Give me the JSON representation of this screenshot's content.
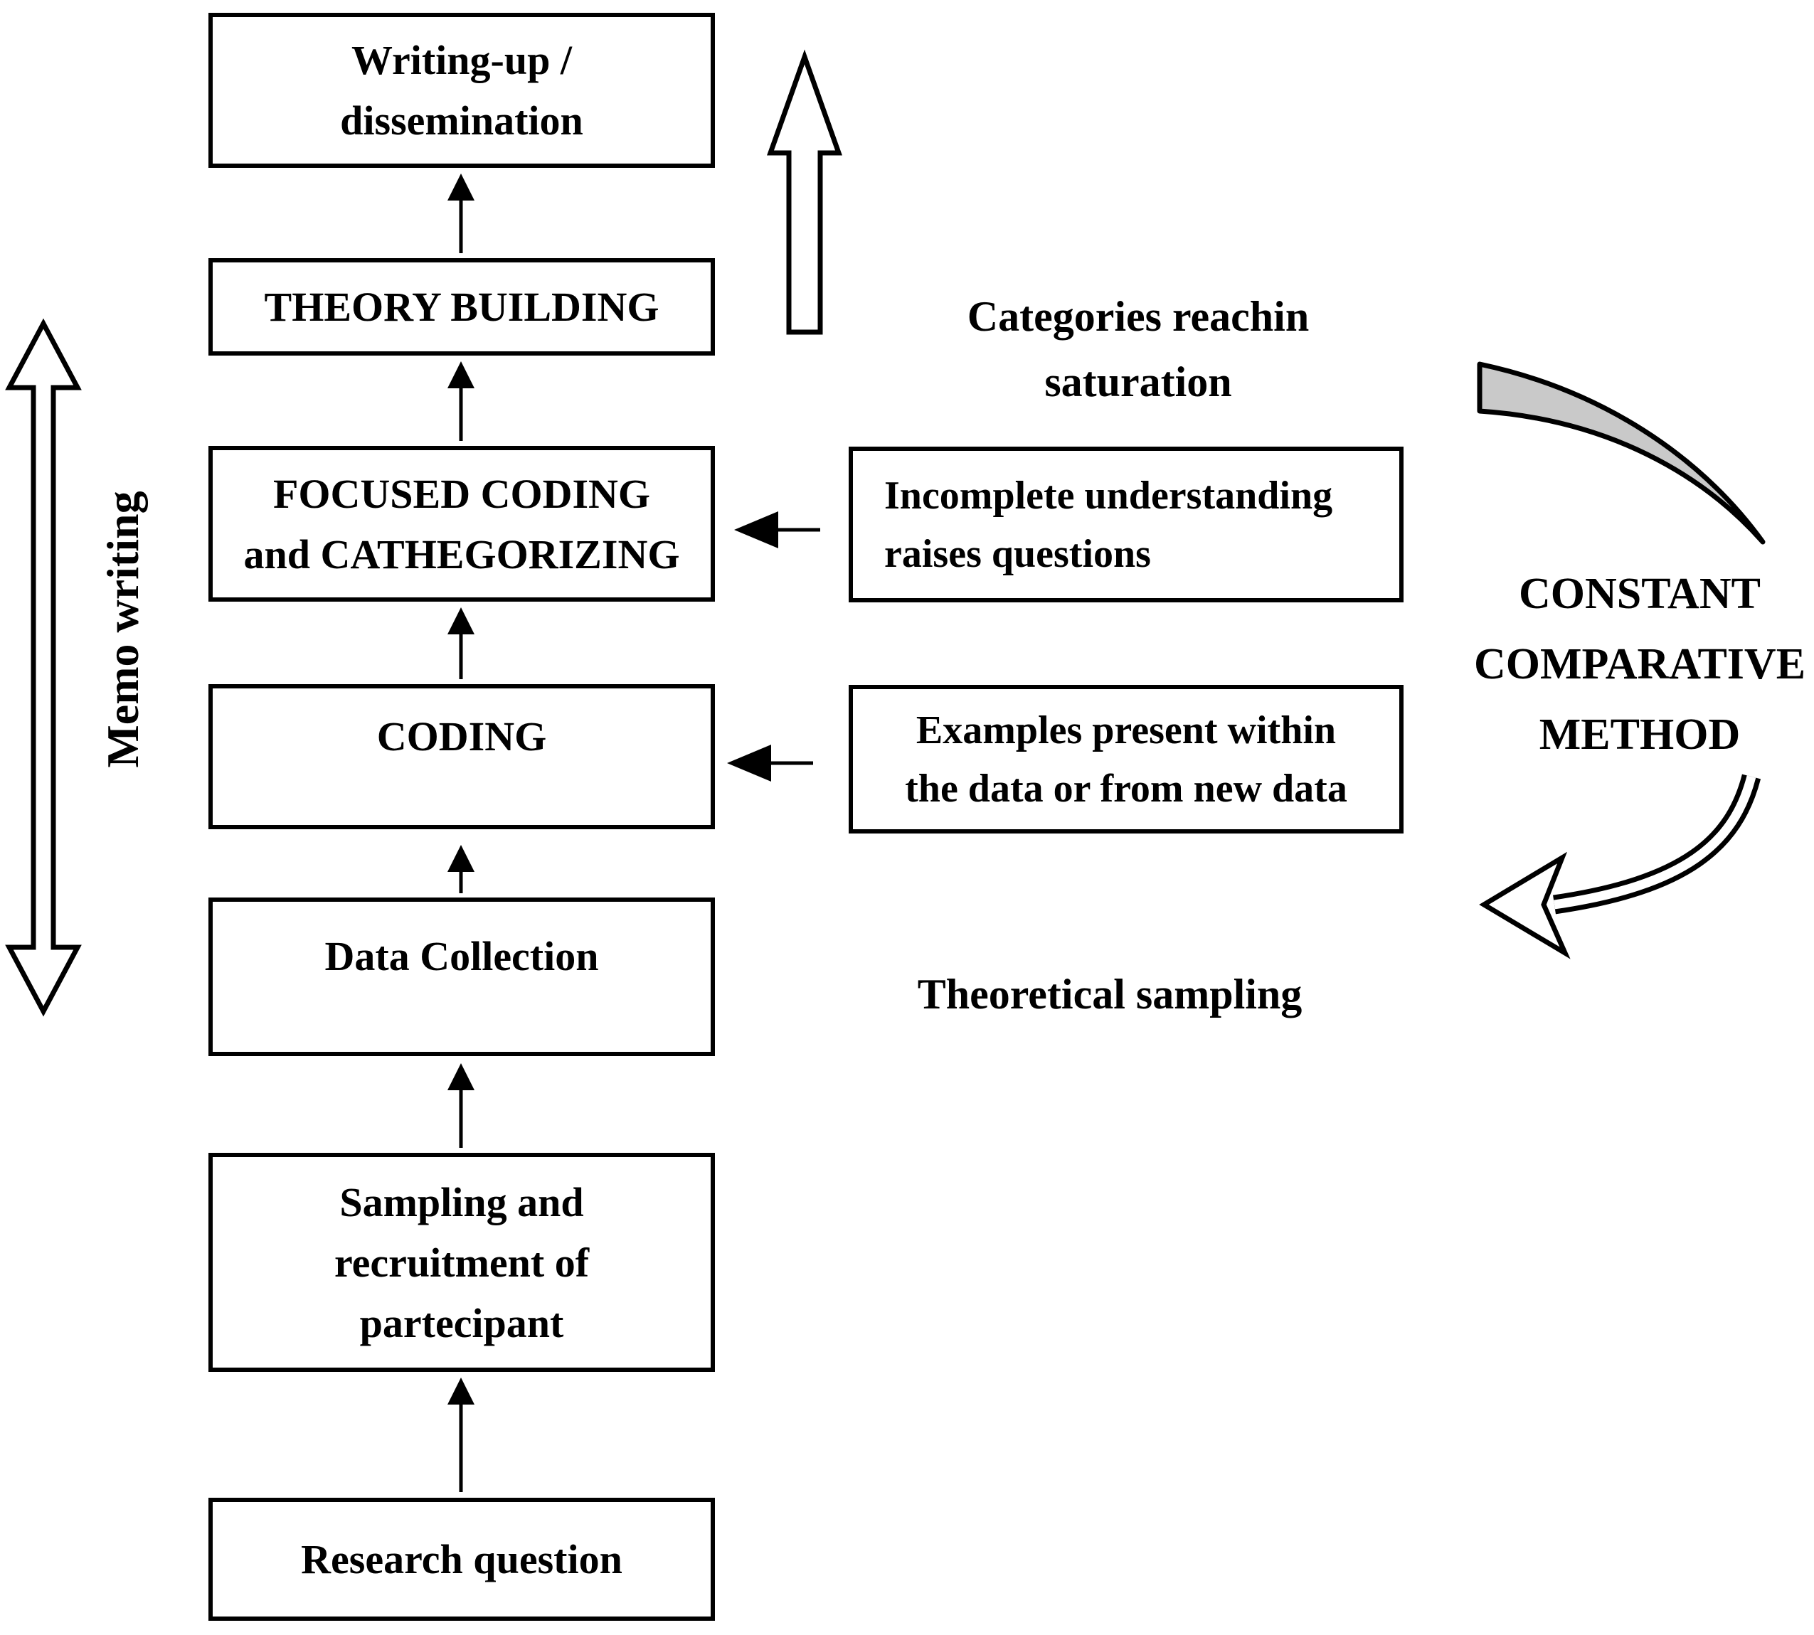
{
  "colors": {
    "ink": "#000000",
    "paper": "#ffffff",
    "swoosh_fill": "#c9c9c9"
  },
  "flow_boxes": [
    {
      "id": "writing-up",
      "lines": [
        "Writing-up /",
        "dissemination"
      ]
    },
    {
      "id": "theory-building",
      "lines": [
        "THEORY BUILDING"
      ]
    },
    {
      "id": "focused-coding",
      "lines": [
        "FOCUSED CODING",
        "and CATHEGORIZING"
      ]
    },
    {
      "id": "coding",
      "lines": [
        "CODING"
      ]
    },
    {
      "id": "data-collection",
      "lines": [
        "Data Collection"
      ]
    },
    {
      "id": "sampling",
      "lines": [
        "Sampling and",
        "recruitment of",
        "partecipant"
      ]
    },
    {
      "id": "research-question",
      "lines": [
        "Research question"
      ]
    }
  ],
  "side_boxes": [
    {
      "id": "incomplete-understanding",
      "lines": [
        "Incomplete understanding",
        "raises questions"
      ]
    },
    {
      "id": "examples-present",
      "lines": [
        "Examples present within",
        "the data or from new data"
      ]
    }
  ],
  "labels": {
    "memo_writing": "Memo writing",
    "categories_line1": "Categories reachin",
    "categories_line2": "saturation",
    "theoretical_sampling": "Theoretical sampling",
    "constant_line1": "CONSTANT",
    "constant_line2": "COMPARATIVE",
    "constant_line3": "METHOD"
  },
  "icons": {
    "memo-double-arrow-icon": "vertical double-headed outline arrow",
    "saturation-up-arrow-icon": "hollow upward arrow",
    "flow-up-arrow-icon": "thin upward arrow connector",
    "feedback-left-arrow-icon": "thin leftward arrow",
    "cycle-swoosh-icon": "gray curved band (cycle top)",
    "cycle-return-arrow-icon": "curved arrow pointing down-left (cycle bottom)"
  }
}
